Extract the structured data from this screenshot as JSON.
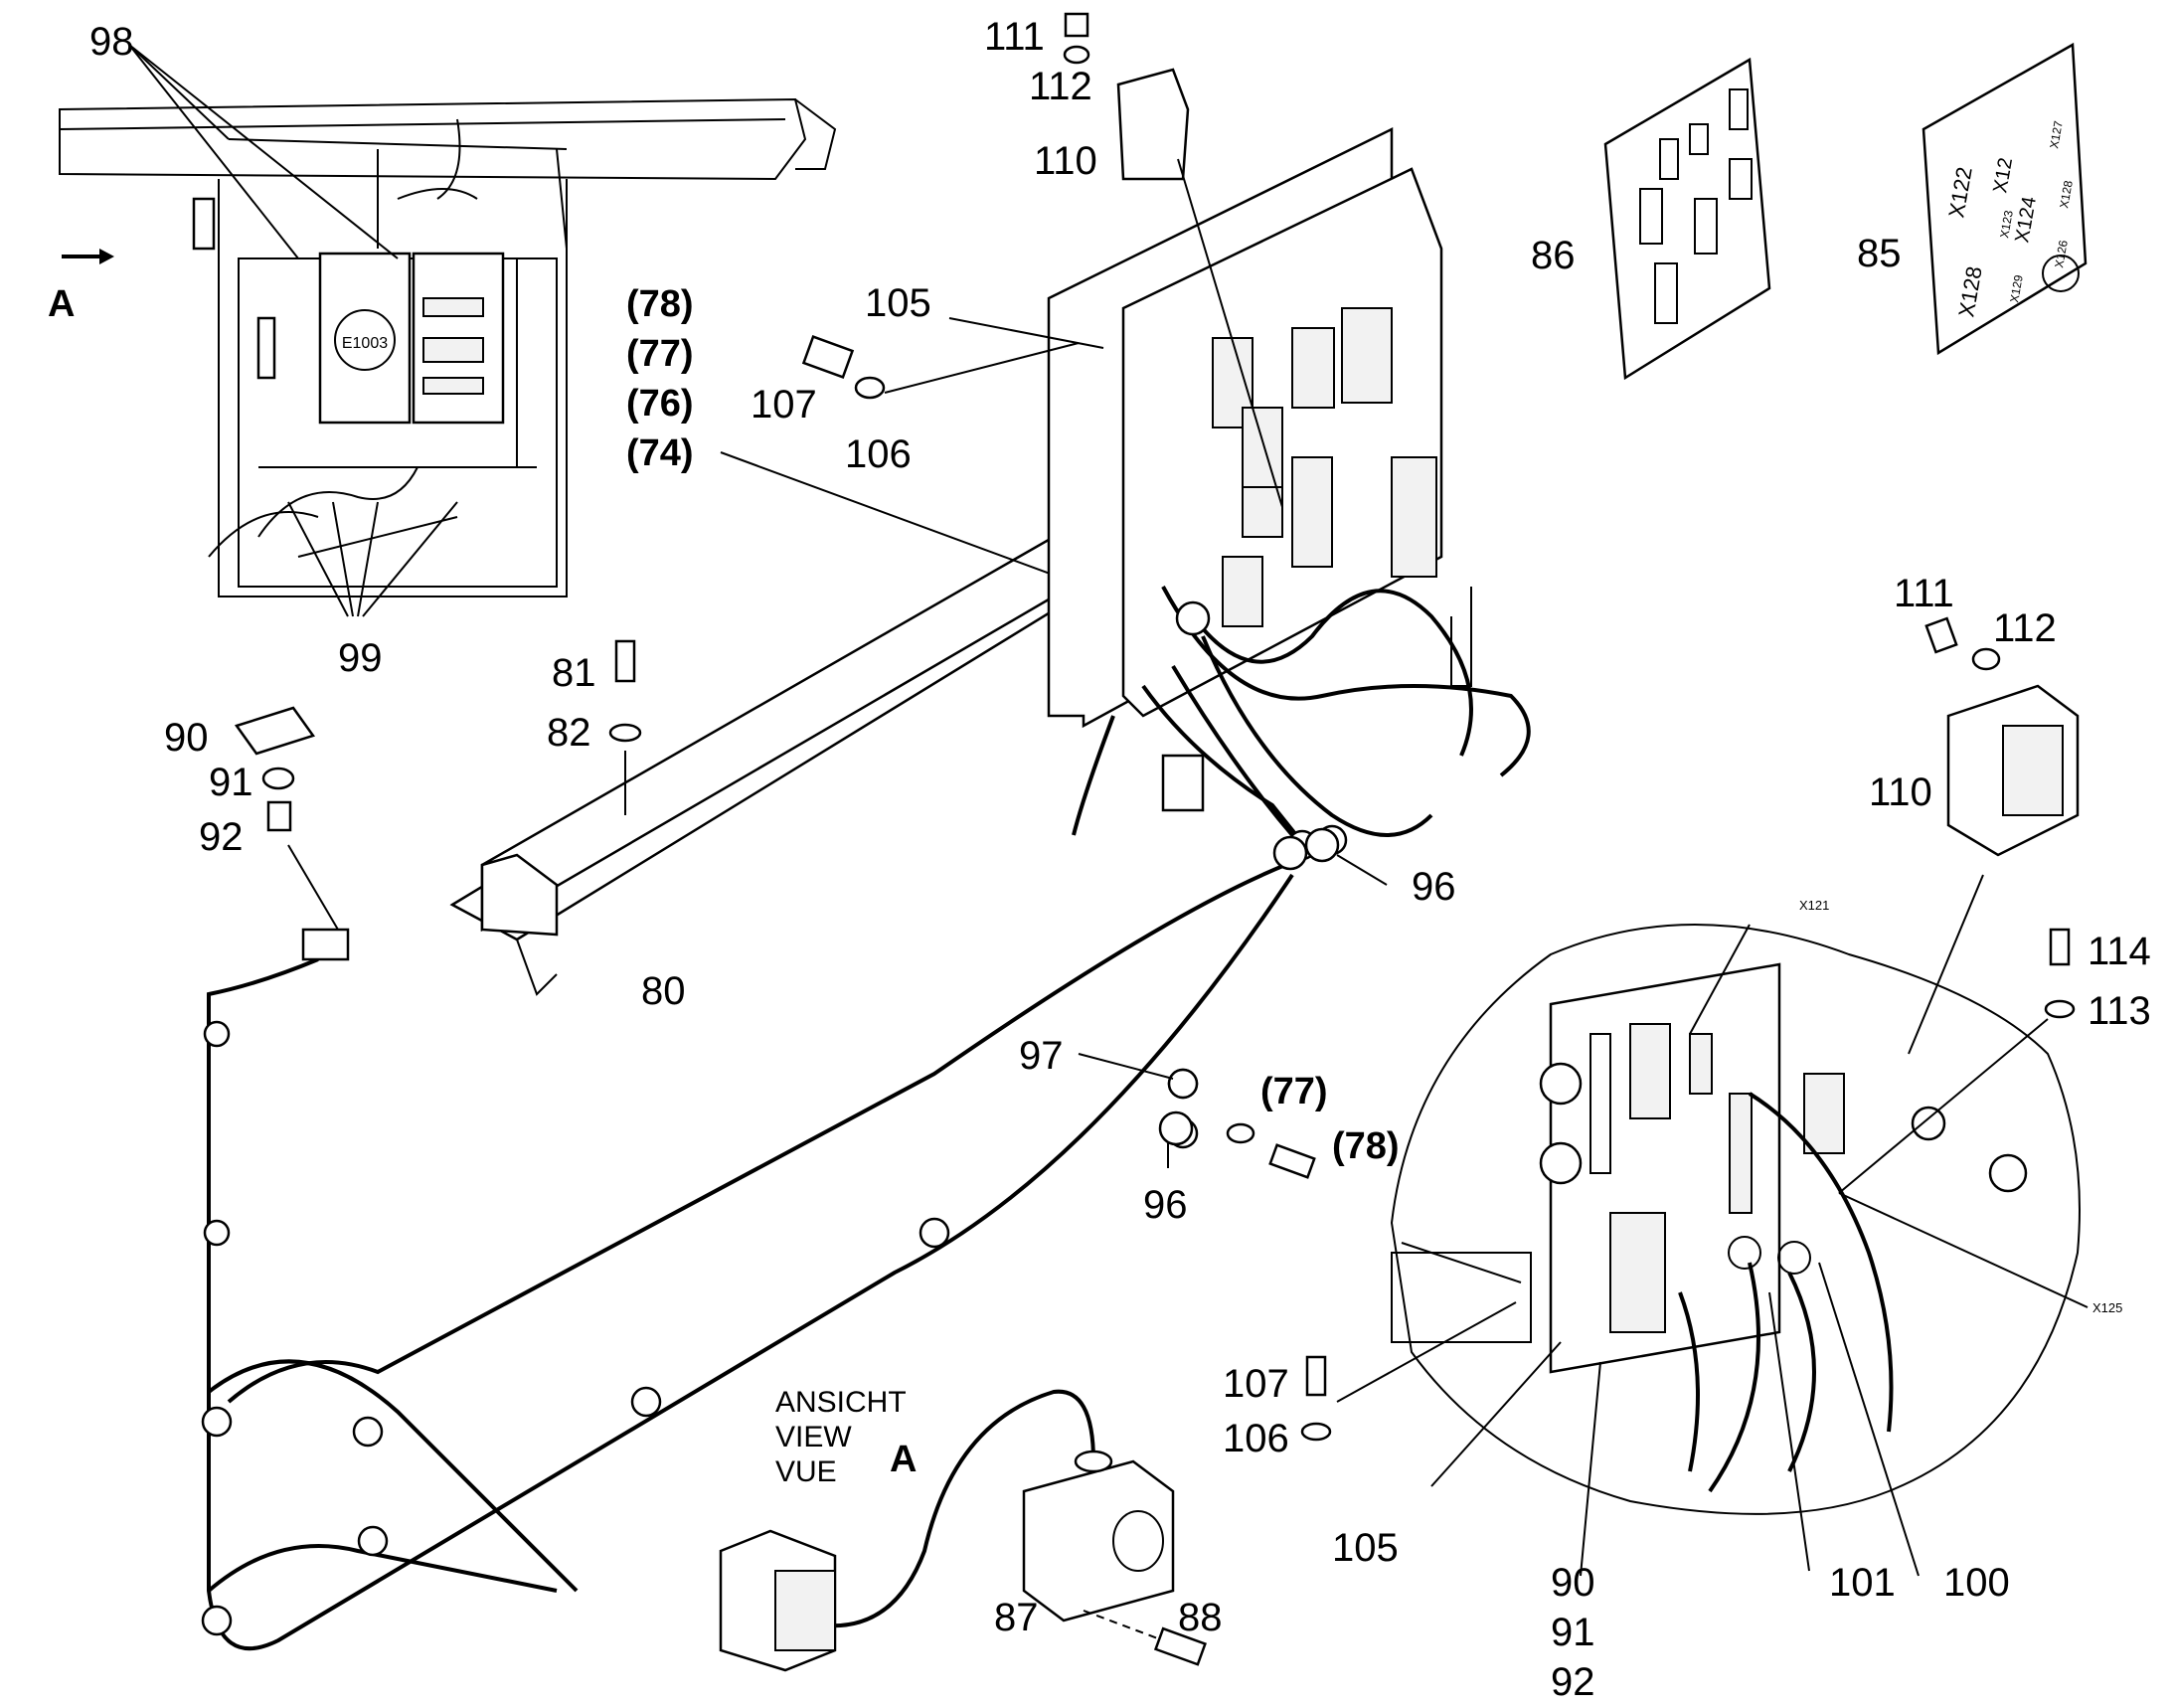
{
  "diagram": {
    "callouts": {
      "c98": "98",
      "c99": "99",
      "c_A_arrow": "A",
      "c90a": "90",
      "c91a": "91",
      "c92a": "92",
      "c81": "81",
      "c82": "82",
      "c80": "80",
      "c78a": "(78)",
      "c77a": "(77)",
      "c76": "(76)",
      "c74": "(74)",
      "c105a": "105",
      "c107a": "107",
      "c106a": "106",
      "c111a": "111",
      "c112a": "112",
      "c110a": "110",
      "c86": "86",
      "c85": "85",
      "c111b": "111",
      "c112b": "112",
      "c110b": "110",
      "c96a": "96",
      "c97": "97",
      "c96b": "96",
      "c77b": "(77)",
      "c78b": "(78)",
      "c114": "114",
      "c113": "113",
      "c107b": "107",
      "c106b": "106",
      "c105b": "105",
      "c90b": "90",
      "c91b": "91",
      "c92b": "92",
      "c101": "101",
      "c100": "100",
      "c87": "87",
      "c88": "88",
      "view_de": "ANSICHT",
      "view_en": "VIEW",
      "view_fr": "VUE",
      "view_letter": "A",
      "conn_x121": "X121",
      "conn_x125": "X125"
    },
    "module_label": "E1003",
    "label_plate_85": [
      "X122",
      "X12",
      "X127",
      "X124",
      "X128",
      "X129",
      "X128",
      "X123",
      "X126"
    ]
  }
}
